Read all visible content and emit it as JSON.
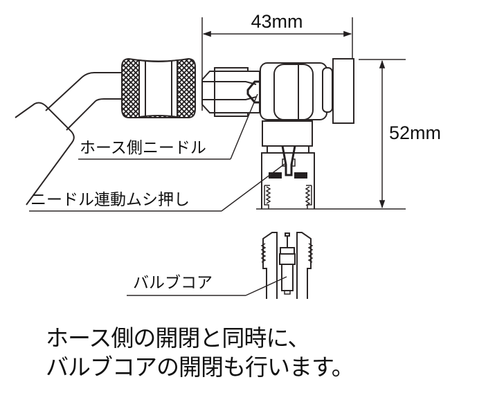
{
  "dimensions": {
    "width_label": "43mm",
    "height_label": "52mm"
  },
  "labels": {
    "hose_side_needle": "ホース側ニードル",
    "needle_linked_core_pusher": "ニードル連動ムシ押し",
    "valve_core": "バルブコア"
  },
  "caption": {
    "line1": "ホース側の開閉と同時に、",
    "line2": "バルブコアの開閉も行います。"
  },
  "colors": {
    "line": "#2b2626",
    "text": "#111111",
    "background": "#ffffff"
  }
}
